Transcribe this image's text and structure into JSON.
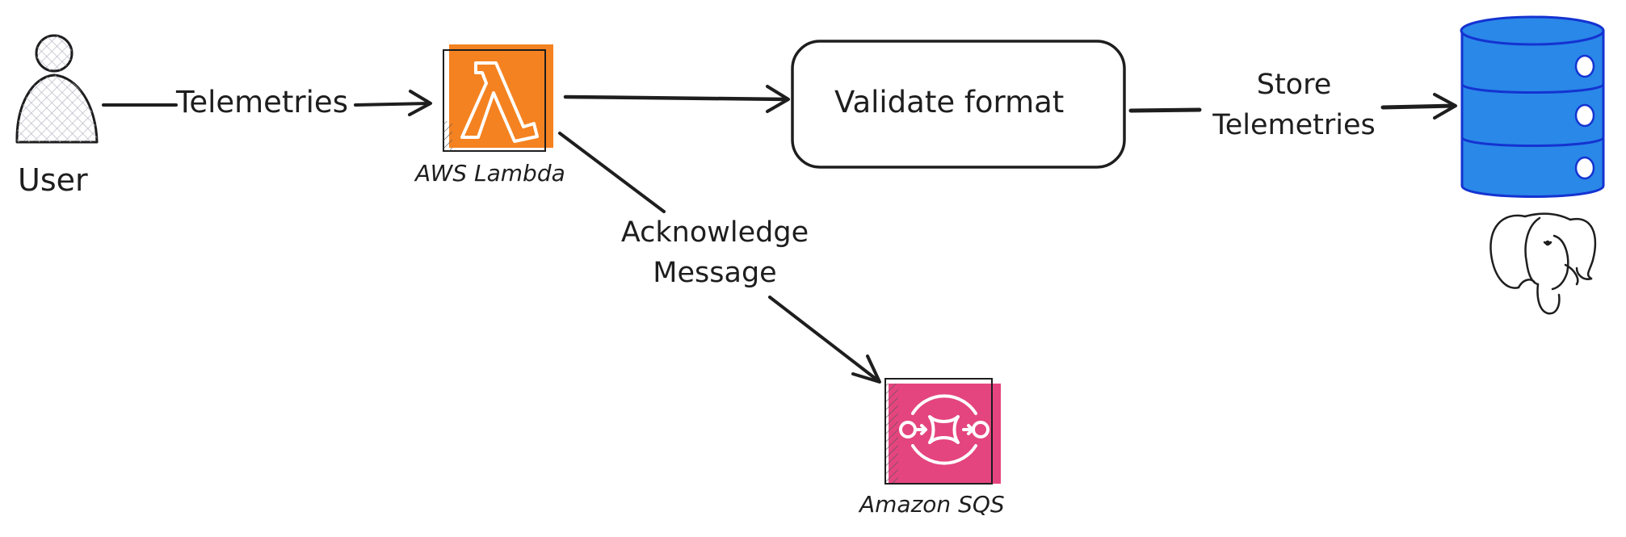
{
  "nodes": {
    "user": {
      "label": "User"
    },
    "lambda": {
      "label": "AWS Lambda",
      "color": "#f58220"
    },
    "validate": {
      "label": "Validate format"
    },
    "sqs": {
      "label": "Amazon SQS",
      "color": "#e4457e"
    },
    "database": {
      "color": "#2a88e8",
      "outline": "#1433d1"
    }
  },
  "edges": {
    "telemetries": {
      "label": "Telemetries"
    },
    "store": {
      "line1": "Store",
      "line2": "Telemetries"
    },
    "acknowledge": {
      "line1": "Acknowledge",
      "line2": "Message"
    }
  }
}
